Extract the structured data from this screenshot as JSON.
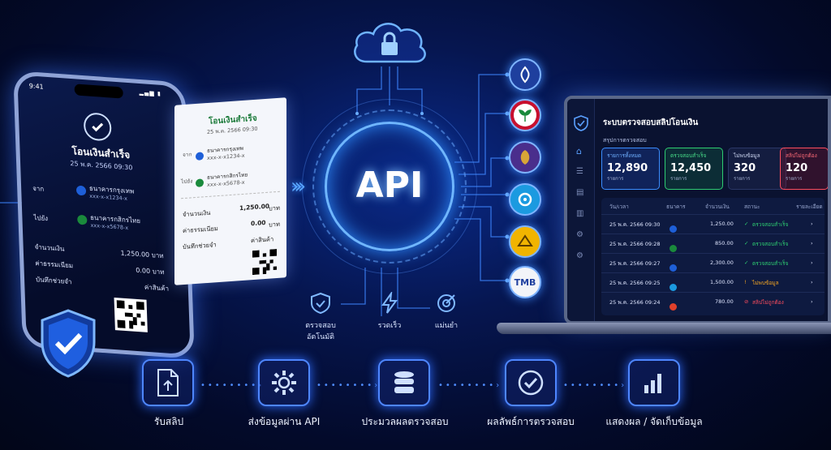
{
  "phone": {
    "time": "9:41",
    "title": "โอนเงินสำเร็จ",
    "date": "25 พ.ค. 2566 09:30",
    "from_label": "จาก",
    "from_bank": "ธนาคารกรุงเทพ",
    "from_acct": "xxx-x-x1234-x",
    "to_label": "ไปยัง",
    "to_bank": "ธนาคารกสิกรไทย",
    "to_acct": "xxx-x-x5678-x",
    "amount_label": "จำนวนเงิน",
    "amount": "1,250.00 บาท",
    "fee_label": "ค่าธรรมเนียม",
    "fee": "0.00 บาท",
    "memo_label": "บันทึกช่วยจำ",
    "memo": "ค่าสินค้า"
  },
  "receipt": {
    "title": "โอนเงินสำเร็จ",
    "date": "25 พ.ค. 2566 09:30",
    "from_label": "จาก",
    "from_bank": "ธนาคารกรุงเทพ",
    "from_acct": "xxx-x-x1234-x",
    "to_label": "ไปยัง",
    "to_bank": "ธนาคารกสิกรไทย",
    "to_acct": "xxx-x-x5678-x",
    "amount_label": "จำนวนเงิน",
    "amount": "1,250.00",
    "amount_unit": "บาท",
    "fee_label": "ค่าธรรมเนียม",
    "fee": "0.00",
    "fee_unit": "บาท",
    "memo_label": "บันทึกช่วยจำ",
    "memo": "ค่าสินค้า"
  },
  "api": {
    "label": "API"
  },
  "features": [
    {
      "label": "ตรวจสอบอัตโนมัติ",
      "icon": "shield-check-icon"
    },
    {
      "label": "รวดเร็ว",
      "icon": "lightning-icon"
    },
    {
      "label": "แม่นยำ",
      "icon": "target-icon"
    }
  ],
  "banks": [
    {
      "name": "bangkok-bank",
      "color": "#1e3f9e",
      "text": ""
    },
    {
      "name": "kasikorn-bank",
      "color": "#1a8a3c",
      "text": ""
    },
    {
      "name": "krungsri-bank",
      "color": "#6b4a12",
      "text": ""
    },
    {
      "name": "krungthai-bank",
      "color": "#1b9ae0",
      "text": ""
    },
    {
      "name": "krungsri-yellow-bank",
      "color": "#f1b400",
      "text": ""
    },
    {
      "name": "tmb-bank",
      "color": "#f2f4f8",
      "text": "TMB"
    }
  ],
  "dashboard": {
    "title": "ระบบตรวจสอบสลิปโอนเงิน",
    "summary_label": "สรุปการตรวจสอบ",
    "stats": [
      {
        "label": "รายการทั้งหมด",
        "value": "12,890",
        "unit": "รายการ",
        "color": "#3a8dff"
      },
      {
        "label": "ตรวจสอบสำเร็จ",
        "value": "12,450",
        "unit": "รายการ",
        "color": "#2ecc71"
      },
      {
        "label": "ไม่พบข้อมูล",
        "value": "320",
        "unit": "รายการ",
        "color": "#f5a623"
      },
      {
        "label": "สลิปไม่ถูกต้อง",
        "value": "120",
        "unit": "รายการ",
        "color": "#ff4d5e"
      }
    ],
    "columns": [
      "วัน/เวลา",
      "ธนาคาร",
      "จำนวนเงิน",
      "สถานะ",
      "รายละเอียด"
    ],
    "rows": [
      {
        "datetime": "25 พ.ค. 2566 09:30",
        "bank_color": "#1e5fd8",
        "amount": "1,250.00",
        "status": "ตรวจสอบสำเร็จ",
        "status_color": "#2ecc71"
      },
      {
        "datetime": "25 พ.ค. 2566 09:28",
        "bank_color": "#1a8a3c",
        "amount": "850.00",
        "status": "ตรวจสอบสำเร็จ",
        "status_color": "#2ecc71"
      },
      {
        "datetime": "25 พ.ค. 2566 09:27",
        "bank_color": "#1e5fd8",
        "amount": "2,300.00",
        "status": "ตรวจสอบสำเร็จ",
        "status_color": "#2ecc71"
      },
      {
        "datetime": "25 พ.ค. 2566 09:25",
        "bank_color": "#1b9ae0",
        "amount": "1,500.00",
        "status": "ไม่พบข้อมูล",
        "status_color": "#f5a623"
      },
      {
        "datetime": "25 พ.ค. 2566 09:24",
        "bank_color": "#e0402b",
        "amount": "780.00",
        "status": "สลิปไม่ถูกต้อง",
        "status_color": "#ff4d5e"
      }
    ]
  },
  "process": [
    {
      "label": "รับสลิป",
      "icon": "file-upload-icon"
    },
    {
      "label": "ส่งข้อมูลผ่าน API",
      "icon": "gear-icon"
    },
    {
      "label": "ประมวลผลตรวจสอบ",
      "icon": "database-icon"
    },
    {
      "label": "ผลลัพธ์การตรวจสอบ",
      "icon": "check-circle-icon"
    },
    {
      "label": "แสดงผล / จัดเก็บข้อมูล",
      "icon": "bar-chart-icon"
    }
  ]
}
